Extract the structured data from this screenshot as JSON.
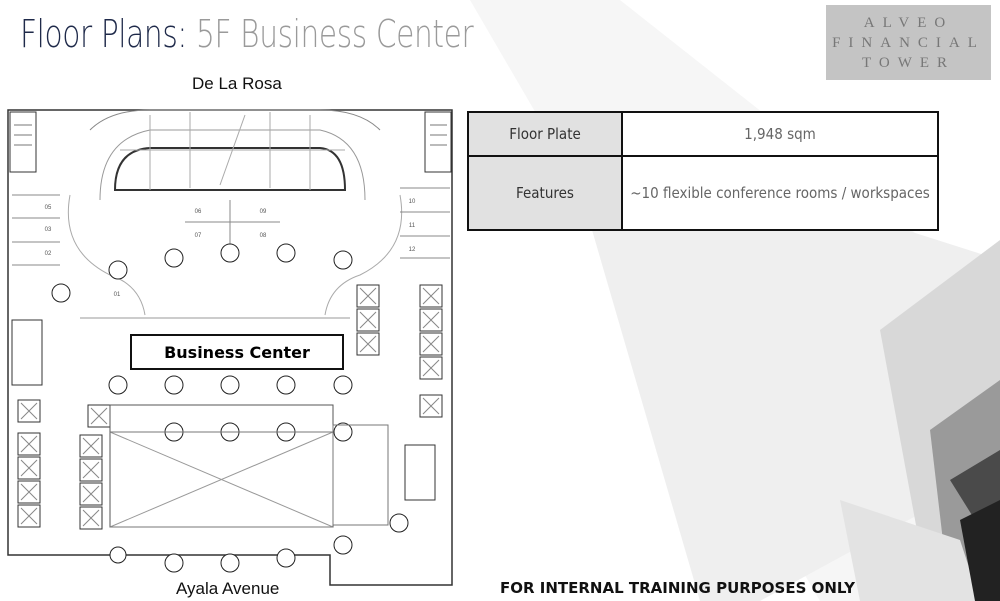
{
  "header": {
    "title_main": "Floor Plans:",
    "title_sub": "5F Business Center"
  },
  "logo": {
    "line1": "ALVEO",
    "line2": "FINANCIAL",
    "line3": "TOWER"
  },
  "plan": {
    "street_top": "De La Rosa",
    "street_bottom": "Ayala Avenue",
    "highlight_label": "Business Center",
    "room_numbers": [
      "05",
      "03",
      "02",
      "06",
      "07",
      "09",
      "08",
      "10",
      "11",
      "12",
      "01"
    ]
  },
  "specs": [
    {
      "label": "Floor Plate",
      "value": "1,948 sqm"
    },
    {
      "label": "Features",
      "value": "~10 flexible conference rooms / workspaces"
    }
  ],
  "footer": {
    "notice": "FOR INTERNAL TRAINING PURPOSES ONLY"
  },
  "colors": {
    "title_main": "#1f2a4a",
    "title_sub": "#9a9a9a",
    "label_cell": "#e1e1e1",
    "logo_bg": "#c4c4c4"
  }
}
